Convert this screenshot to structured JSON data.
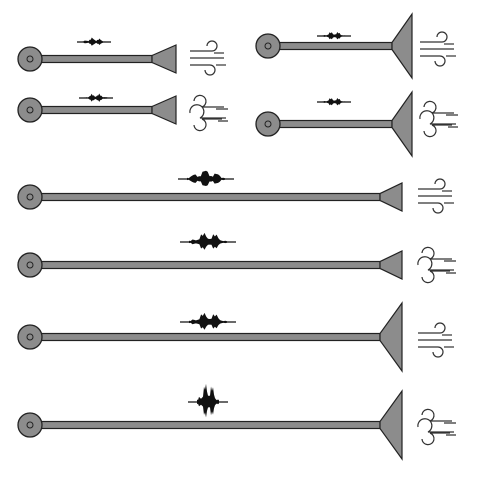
{
  "colors": {
    "background": "#ffffff",
    "tube_fill": "#8c8c8c",
    "stroke": "#222222",
    "signal": "#111111",
    "wind": "#333333"
  },
  "instruments": [
    {
      "id": "tube-1",
      "size": "short",
      "bell": "small",
      "wind": "straight",
      "signal": "small-burst"
    },
    {
      "id": "tube-2",
      "size": "short",
      "bell": "large",
      "wind": "straight",
      "signal": "small-burst"
    },
    {
      "id": "tube-3",
      "size": "short",
      "bell": "small",
      "wind": "swirl",
      "signal": "small-burst"
    },
    {
      "id": "tube-4",
      "size": "short",
      "bell": "large",
      "wind": "swirl",
      "signal": "small-burst"
    },
    {
      "id": "tube-5",
      "size": "long",
      "bell": "small",
      "wind": "straight",
      "signal": "medium-burst"
    },
    {
      "id": "tube-6",
      "size": "long",
      "bell": "small",
      "wind": "swirl",
      "signal": "medium-burst"
    },
    {
      "id": "tube-7",
      "size": "long",
      "bell": "large",
      "wind": "straight",
      "signal": "medium-burst"
    },
    {
      "id": "tube-8",
      "size": "long",
      "bell": "large",
      "wind": "swirl",
      "signal": "large-burst"
    }
  ]
}
